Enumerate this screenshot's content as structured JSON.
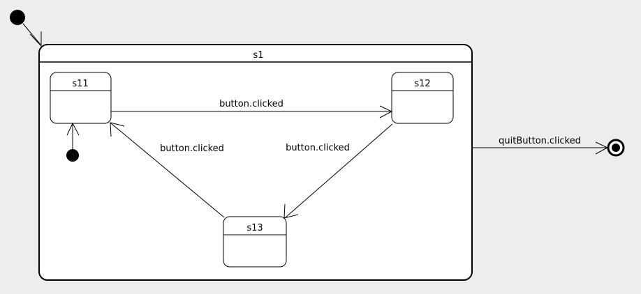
{
  "diagram": {
    "type": "uml-state-machine",
    "background_color": "#ededed",
    "stroke_color": "#000000",
    "fill_color": "#ffffff",
    "composite_state": {
      "name": "s1",
      "label": "s1"
    },
    "substates": [
      {
        "id": "s11",
        "label": "s11"
      },
      {
        "id": "s12",
        "label": "s12"
      },
      {
        "id": "s13",
        "label": "s13"
      }
    ],
    "pseudostates": [
      {
        "id": "outer-initial",
        "kind": "initial"
      },
      {
        "id": "inner-initial",
        "kind": "initial"
      },
      {
        "id": "final",
        "kind": "final"
      }
    ],
    "transitions": [
      {
        "id": "t-outer-initial-s1",
        "from": "outer-initial",
        "to": "s1",
        "label": ""
      },
      {
        "id": "t-inner-initial-s11",
        "from": "inner-initial",
        "to": "s11",
        "label": ""
      },
      {
        "id": "t-s11-s12",
        "from": "s11",
        "to": "s12",
        "label": "button.clicked"
      },
      {
        "id": "t-s12-s13",
        "from": "s12",
        "to": "s13",
        "label": "button.clicked"
      },
      {
        "id": "t-s13-s11",
        "from": "s13",
        "to": "s11",
        "label": "button.clicked"
      },
      {
        "id": "t-s1-final",
        "from": "s1",
        "to": "final",
        "label": "quitButton.clicked"
      }
    ]
  }
}
